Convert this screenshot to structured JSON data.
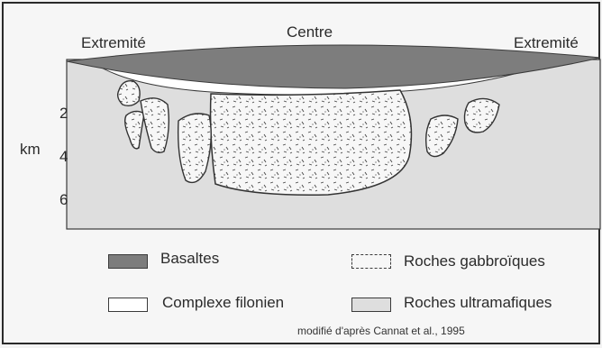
{
  "top_labels": {
    "left_edge": "Extremité",
    "center": "Centre",
    "right_edge": "Extremité"
  },
  "axis": {
    "unit": "km",
    "ticks": [
      "2",
      "4",
      "6"
    ]
  },
  "legend": {
    "basalts": "Basaltes",
    "dike_complex": "Complexe filonien",
    "gabbro": "Roches gabbroïques",
    "ultramafic": "Roches ultramafiques"
  },
  "credit": "modifié d'après Cannat et al., 1995",
  "colors": {
    "basalt": "#7d7d7d",
    "dike": "#ffffff",
    "ultramafic": "#dedede",
    "gabbro_fill": "#f7f7f7",
    "outline": "#333333"
  }
}
